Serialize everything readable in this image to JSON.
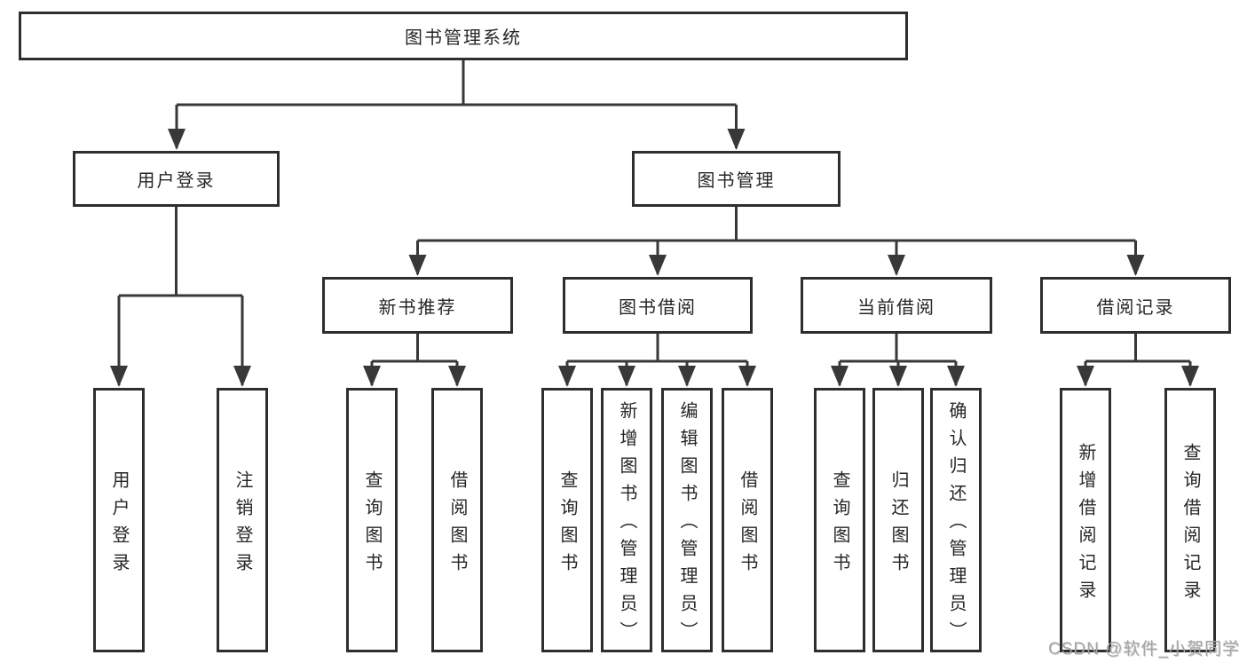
{
  "diagram_title": "图书管理系统",
  "nodes": {
    "root": "图书管理系统",
    "user_login": "用户登录",
    "book_mgmt": "图书管理",
    "new_book_rec": "新书推荐",
    "book_borrow": "图书借阅",
    "current_borrow": "当前借阅",
    "borrow_records": "借阅记录",
    "leaf_user_login": "用户登录",
    "leaf_logout": "注销登录",
    "leaf_rec_query": "查询图书",
    "leaf_rec_borrow": "借阅图书",
    "leaf_bb_query": "查询图书",
    "leaf_bb_add": "新增图书（管理员）",
    "leaf_bb_edit": "编辑图书（管理员）",
    "leaf_bb_borrow": "借阅图书",
    "leaf_cb_query": "查询图书",
    "leaf_cb_return": "归还图书",
    "leaf_cb_confirm": "确认归还（管理员）",
    "leaf_br_add": "新增借阅记录",
    "leaf_br_query": "查询借阅记录"
  },
  "watermark": {
    "text": "CSDN @软件_小贺同学"
  },
  "colors": {
    "line": "#383838",
    "box_border": "#2e2e2e",
    "text": "#262626",
    "watermark": "#a5a5a5",
    "background": "#ffffff"
  }
}
